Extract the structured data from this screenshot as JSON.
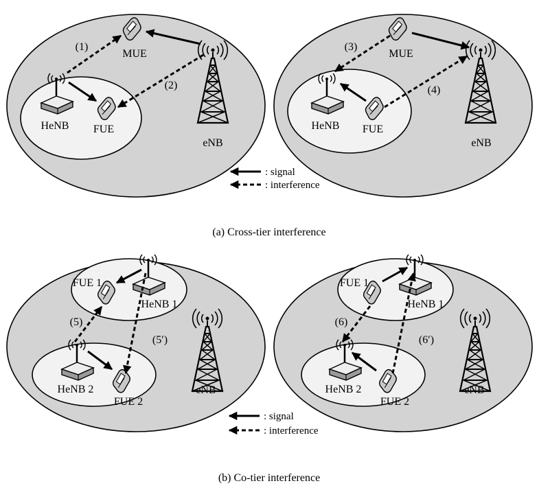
{
  "colors": {
    "macro_cell": "#d3d3d3",
    "femto_cell": "#f2f2f2",
    "stroke": "#000000",
    "device": "#c8c8c8"
  },
  "icons": {
    "enb": "macro-base-station-tower-icon",
    "henb": "home-base-station-icon",
    "ue": "mobile-phone-icon",
    "antenna": "radio-waves-icon"
  },
  "legend": {
    "signal": ": signal",
    "interference": ": interference"
  },
  "panel_a": {
    "caption": "(a)  Cross-tier interference",
    "left": {
      "mue": "MUE",
      "henb": "HeNB",
      "fue": "FUE",
      "enb": "eNB",
      "path1": "(1)",
      "path2": "(2)"
    },
    "right": {
      "mue": "MUE",
      "henb": "HeNB",
      "fue": "FUE",
      "enb": "eNB",
      "path3": "(3)",
      "path4": "(4)"
    }
  },
  "panel_b": {
    "caption": "(b)  Co-tier interference",
    "left": {
      "fue1": "FUE 1",
      "henb1": "HeNB 1",
      "henb2": "HeNB 2",
      "fue2": "FUE 2",
      "enb": "eNB",
      "path5": "(5)",
      "path5p": "(5′)"
    },
    "right": {
      "fue1": "FUE 1",
      "henb1": "HeNB 1",
      "henb2": "HeNB 2",
      "fue2": "FUE 2",
      "enb": "eNB",
      "path6": "(6)",
      "path6p": "(6′)"
    }
  }
}
